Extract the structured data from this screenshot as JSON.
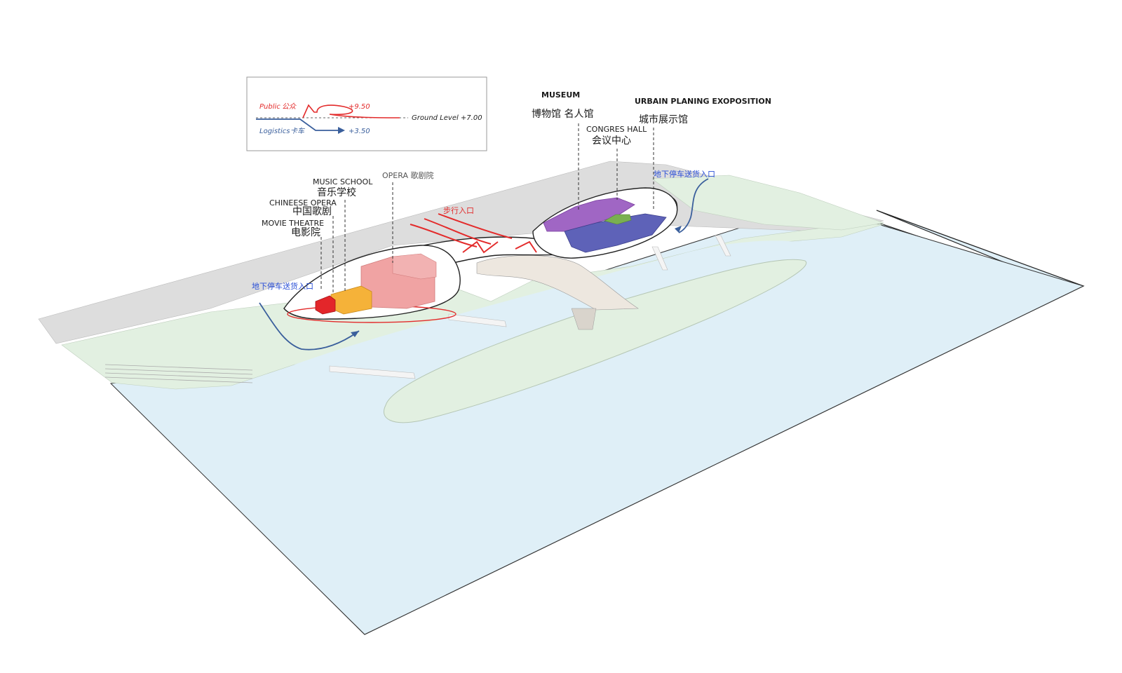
{
  "legend": {
    "public_en": "Public",
    "public_cn": "公众",
    "public_level": "+9.50",
    "ground_level": "Ground Level +7.00",
    "logistics_en": "Logistics",
    "logistics_cn": "卡车",
    "logistics_level": "+3.50"
  },
  "labels": {
    "museum_en": "MUSEUM",
    "museum_cn": "博物馆 名人馆",
    "urban_en": "URBAIN PLANING EXOPOSITION",
    "urban_cn": "城市展示馆",
    "congres_en": "CONGRES HALL",
    "congres_cn": "会议中心",
    "music_en": "MUSIC SCHOOL",
    "music_cn": "音乐学校",
    "chinese_opera_en": "CHINEESE OPERA",
    "chinese_opera_cn": "中国歌剧",
    "movie_en": "MOVIE THEATRE",
    "movie_cn": "电影院",
    "opera": "OPERA 歌剧院",
    "pedestrian_entry": "步行入口",
    "parking_entry_left": "地下停车送货入口",
    "parking_entry_right": "地下停车送货入口"
  },
  "colors": {
    "water": "#dfeff7",
    "green": "#e2f0e1",
    "road": "#dcdcdc",
    "public_route": "#e32b2b",
    "logistics_route": "#3a5f9c",
    "parking_text": "#2a4fd6",
    "museum": "#a066c4",
    "congres": "#5e62b8",
    "urban": "#7ab050",
    "opera_block": "#f0a3a3",
    "chinese_opera_block": "#f5b239",
    "movie_block": "#e3262a"
  }
}
